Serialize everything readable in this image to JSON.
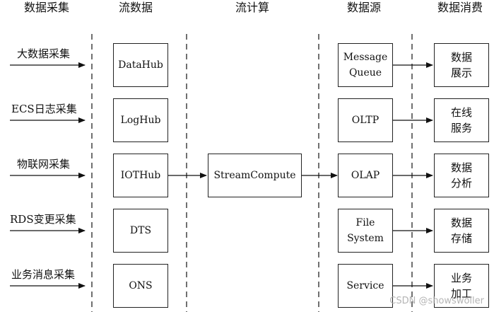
{
  "titles": {
    "collect": "数据采集",
    "stream": "流数据",
    "compute": "流计算",
    "source": "数据源",
    "consume": "数据消费"
  },
  "sources": [
    "大数据采集",
    "ECS日志采集",
    "物联网采集",
    "RDS变更采集",
    "业务消息采集"
  ],
  "stream_boxes": [
    "DataHub",
    "LogHub",
    "IOTHub",
    "DTS",
    "ONS"
  ],
  "compute_box": "StreamCompute",
  "data_sources": [
    [
      "Message",
      "Queue"
    ],
    [
      "OLTP"
    ],
    [
      "OLAP"
    ],
    [
      "File",
      "System"
    ],
    [
      "Service"
    ]
  ],
  "consumers": [
    [
      "数据",
      "展示"
    ],
    [
      "在线",
      "服务"
    ],
    [
      "数据",
      "分析"
    ],
    [
      "数据",
      "存储"
    ],
    [
      "业务",
      "加工"
    ]
  ],
  "watermark": "CSDN @showswoller"
}
